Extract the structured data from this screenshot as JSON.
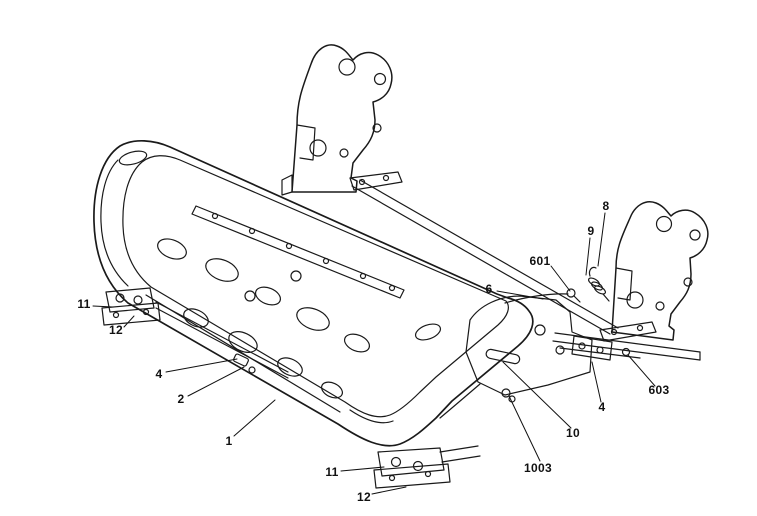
{
  "figure": {
    "type": "technical-line-drawing",
    "subject": "seat frame assembly parts diagram",
    "background_color": "#ffffff",
    "line_color": "#1a1a1a"
  },
  "callouts": [
    {
      "label": "8"
    },
    {
      "label": "9"
    },
    {
      "label": "601"
    },
    {
      "label": "6"
    },
    {
      "label": "11"
    },
    {
      "label": "12"
    },
    {
      "label": "4"
    },
    {
      "label": "2"
    },
    {
      "label": "1"
    },
    {
      "label": "603"
    },
    {
      "label": "4"
    },
    {
      "label": "10"
    },
    {
      "label": "1003"
    },
    {
      "label": "11"
    },
    {
      "label": "12"
    }
  ]
}
